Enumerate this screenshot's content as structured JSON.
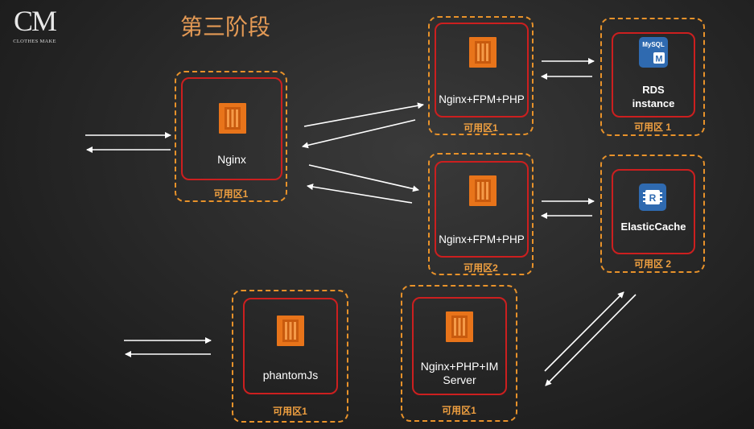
{
  "logo": {
    "mark": "CM",
    "subtitle": "CLOTHES MAKE"
  },
  "title": "第三阶段",
  "colors": {
    "zone_border": "#e8922a",
    "instance_border": "#cc1f1f",
    "ec2_orange": "#e8741a",
    "zone_label": "#f0a040",
    "title": "#e49a55"
  },
  "nodes": {
    "nginx": {
      "label": "Nginx",
      "zone": "可用区1",
      "icon": "ec2-instance-icon"
    },
    "app1": {
      "label": "Nginx+FPM+PHP",
      "zone": "可用区1",
      "icon": "ec2-instance-icon"
    },
    "app2": {
      "label": "Nginx+FPM+PHP",
      "zone": "可用区2",
      "icon": "ec2-instance-icon"
    },
    "rds": {
      "label_line1": "RDS",
      "label_line2": "instance",
      "zone": "可用区 1",
      "icon": "mysql-rds-icon",
      "icon_text": "MySQL",
      "icon_sub": "M"
    },
    "cache": {
      "label": "ElasticCache",
      "zone": "可用区 2",
      "icon": "elasticache-redis-icon",
      "icon_text": "R"
    },
    "phantom": {
      "label": "phantomJs",
      "zone": "可用区1",
      "icon": "ec2-instance-icon"
    },
    "im": {
      "label_line1": "Nginx+PHP+IM",
      "label_line2": "Server",
      "zone": "可用区1",
      "icon": "ec2-instance-icon"
    }
  }
}
